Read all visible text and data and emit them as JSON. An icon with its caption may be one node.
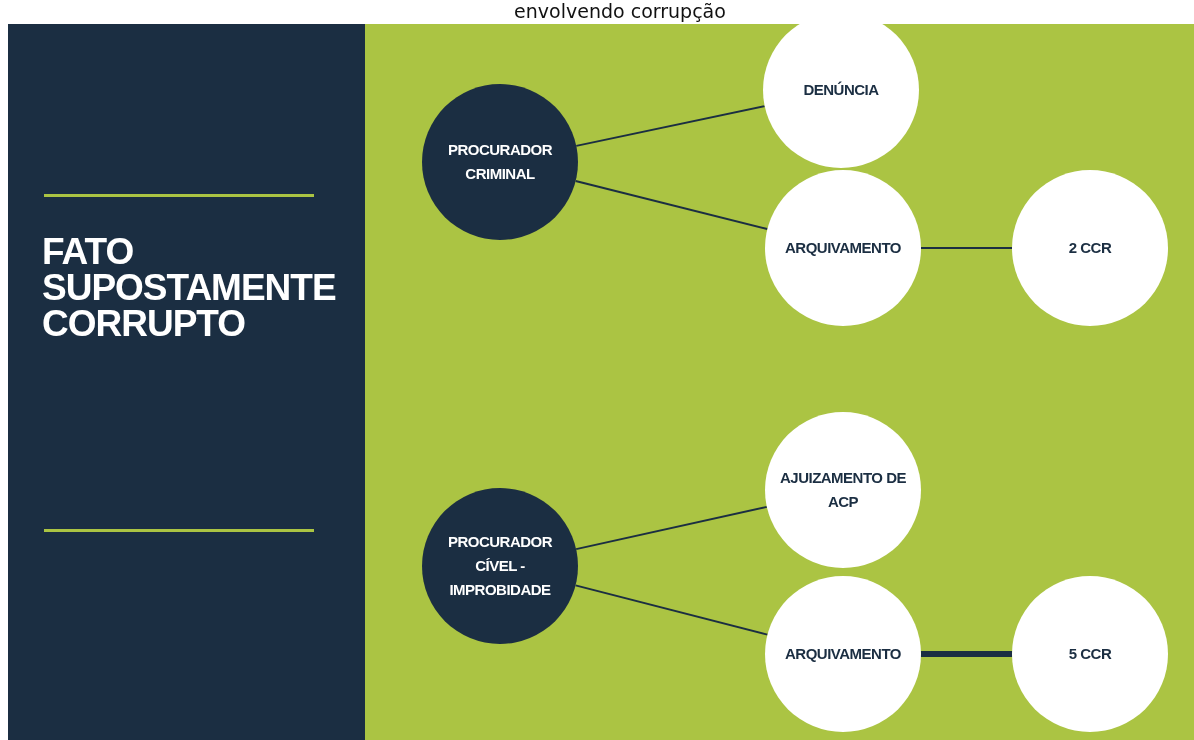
{
  "diagram": {
    "title": "envolvendo corrupção",
    "nodes": [
      {
        "text": [
          "FATO SUPOSTAMENTE CORRUPTO"
        ]
      },
      {
        "text": [
          "PROCURADOR CRIMINAL"
        ]
      },
      {
        "text": [
          "DENÚNCIA"
        ]
      },
      {
        "text": [
          "ARQUIVAMENTO"
        ]
      },
      {
        "text": [
          "2 CCR"
        ]
      },
      {
        "text": [
          "PROCURADOR CÍVEL - IMPROBIDADE"
        ]
      },
      {
        "text": [
          "AJUIZAMENTO DE ACP"
        ]
      },
      {
        "text": [
          "ARQUIVAMENTO"
        ]
      },
      {
        "text": [
          "5 CCR"
        ]
      }
    ],
    "edges": [
      {
        "from": 1,
        "to": 2,
        "arrow": "none"
      },
      {
        "from": 1,
        "to": 3,
        "arrow": "none"
      },
      {
        "from": 3,
        "to": 4,
        "arrow": "none"
      },
      {
        "from": 5,
        "to": 6,
        "arrow": "none"
      },
      {
        "from": 5,
        "to": 7,
        "arrow": "none"
      },
      {
        "from": 7,
        "to": 8,
        "arrow": "none",
        "style": "thick"
      }
    ]
  }
}
